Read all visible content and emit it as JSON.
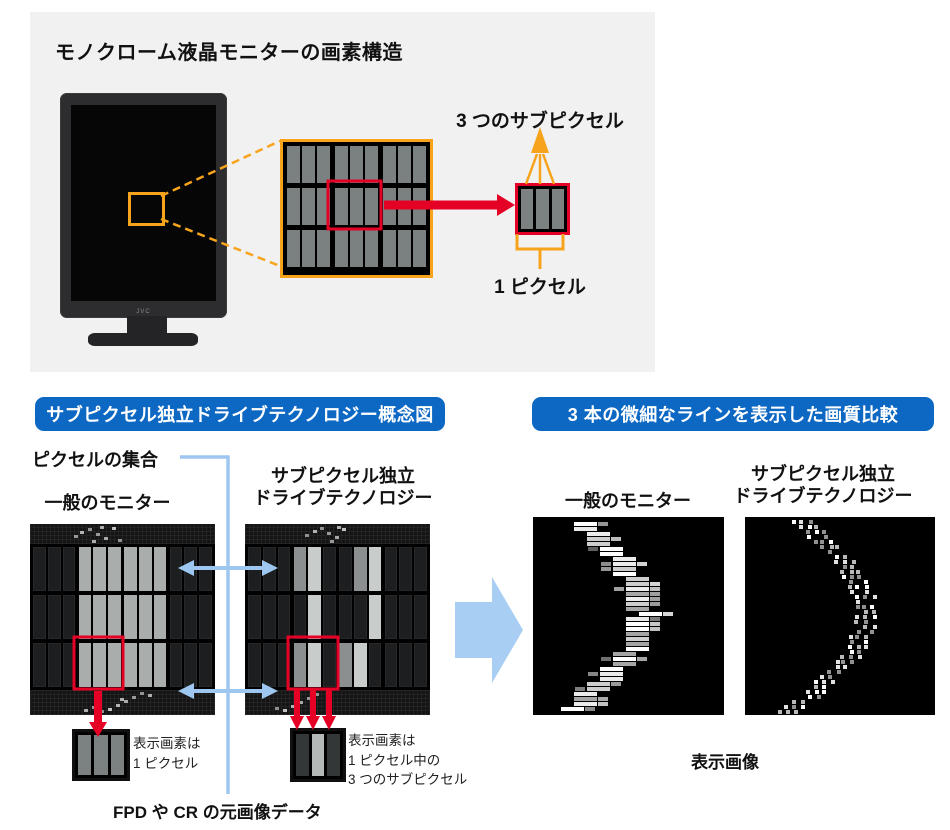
{
  "colors": {
    "panel_bg": "#f1f1f2",
    "orange": "#f7a41c",
    "red": "#e50026",
    "badge_blue": "#0d68c3",
    "light_blue": "#9dc7f1",
    "arrow_blue": "#a9cef3",
    "bar_gray": "#7b8081",
    "bar_dark": "#1c1e1f",
    "bar_light": "#a9adac",
    "bar_bright": "#c8ccca"
  },
  "top_panel": {
    "title": "モノクローム液晶モニターの画素構造",
    "monitor_logo": "JVC",
    "label_subpixels": "3 つのサブピクセル",
    "label_pixel": "1 ピクセル",
    "top_grid_pattern": [
      [
        "g",
        "g",
        "g",
        "g",
        "g",
        "g",
        "g",
        "g",
        "g"
      ],
      [
        "g",
        "g",
        "g",
        "g",
        "g",
        "g",
        "g",
        "g",
        "g"
      ],
      [
        "g",
        "g",
        "g",
        "g",
        "g",
        "g",
        "g",
        "g",
        "g"
      ]
    ]
  },
  "concept": {
    "badge": "サブピクセル独立ドライブテクノロジー概念図",
    "label_pixel_set": "ピクセルの集合",
    "label_general": "一般のモニター",
    "label_subpixel_line1": "サブピクセル独立",
    "label_subpixel_line2": "ドライブテクノロジー",
    "caption_left": "表示画素は\n1 ピクセル",
    "caption_right": "表示画素は\n1 ピクセル中の\n3 つのサブピクセル",
    "label_source": "FPD や CR の元画像データ",
    "grid_left_pattern": [
      [
        "d",
        "d",
        "d",
        "L",
        "L",
        "L",
        "L",
        "L",
        "L",
        "d",
        "d",
        "d"
      ],
      [
        "d",
        "d",
        "d",
        "L",
        "L",
        "L",
        "L",
        "L",
        "L",
        "d",
        "d",
        "d"
      ],
      [
        "d",
        "d",
        "d",
        "L",
        "L",
        "L",
        "L",
        "L",
        "L",
        "d",
        "d",
        "d"
      ]
    ],
    "grid_right_pattern": [
      [
        "d",
        "d",
        "d",
        "M",
        "B",
        "d",
        "d",
        "M",
        "B",
        "d",
        "d",
        "d"
      ],
      [
        "d",
        "d",
        "d",
        "d",
        "B",
        "d",
        "d",
        "d",
        "B",
        "d",
        "d",
        "d"
      ],
      [
        "d",
        "d",
        "d",
        "M",
        "B",
        "d",
        "M",
        "B",
        "d",
        "d",
        "d",
        "d"
      ]
    ]
  },
  "comparison": {
    "badge": "3 本の微細なラインを表示した画質比較",
    "label_general": "一般のモニター",
    "label_subpixel_line1": "サブピクセル独立",
    "label_subpixel_line2": "ドライブテクノロジー",
    "caption": "表示画像"
  }
}
